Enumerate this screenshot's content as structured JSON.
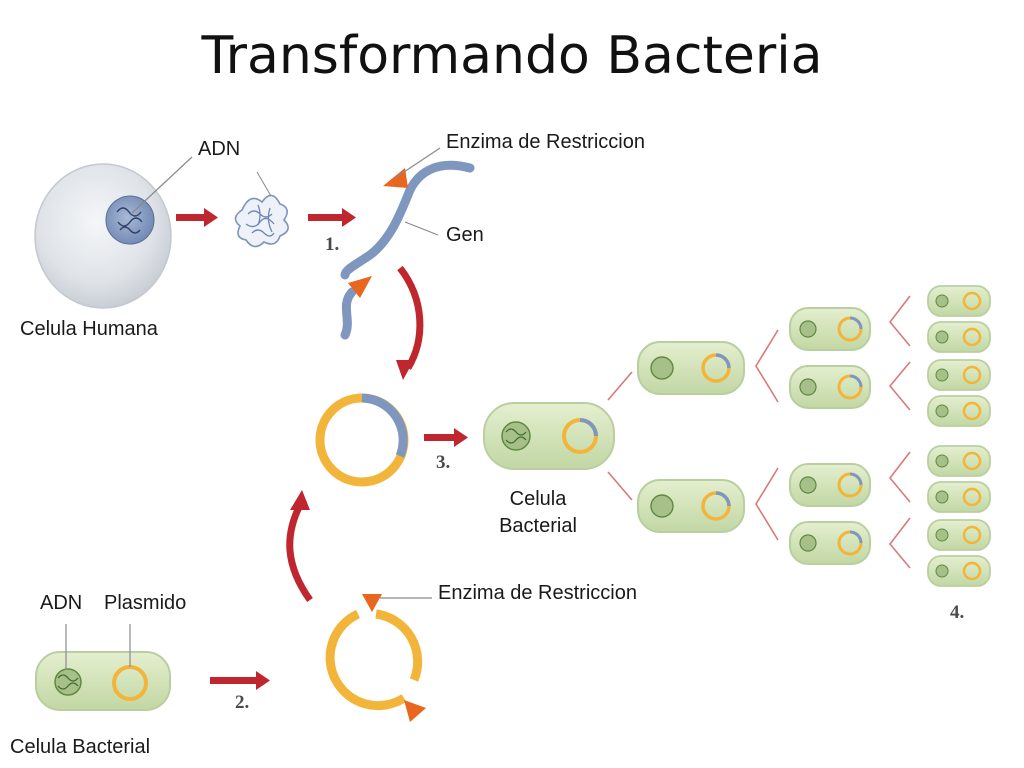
{
  "slide": {
    "title": "Transformando Bacteria"
  },
  "labels": {
    "adn_top": "ADN",
    "enzima_top": "Enzima de Restriccion",
    "gen": "Gen",
    "celula_humana": "Celula Humana",
    "celula_bacterial_mid_line1": "Celula",
    "celula_bacterial_mid_line2": "Bacterial",
    "enzima_bottom": "Enzima de Restriccion",
    "adn_bottom": "ADN",
    "plasmido": "Plasmido",
    "celula_bacterial_bottom": "Celula Bacterial"
  },
  "steps": {
    "s1": "1.",
    "s2": "2.",
    "s3": "3.",
    "s4": "4."
  },
  "colors": {
    "arrow": "#c0262d",
    "plasmid": "#f2b53a",
    "gene": "#7f97bf",
    "enzyme": "#e8661e",
    "cell_fill": "#cfe0b5",
    "cell_stroke": "#b9cfa0",
    "dna_coil": "#5d8a3e",
    "branch": "#d97a7a"
  }
}
